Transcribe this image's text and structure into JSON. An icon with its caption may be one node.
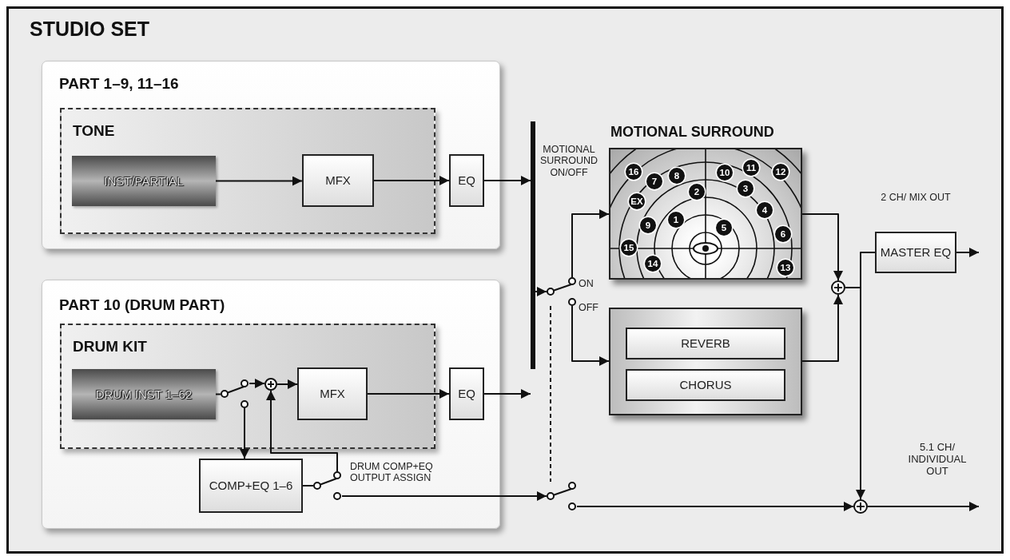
{
  "diagram": {
    "title": "STUDIO SET",
    "nodes": [
      {
        "text": [],
        "shape": "box"
      },
      {
        "text": [
          "PART 1–9, 11–16"
        ],
        "in": 0
      },
      {
        "text": [
          "TONE"
        ],
        "in": 1
      },
      {
        "text": [
          "INST/PARTIAL"
        ],
        "in": 2
      },
      {
        "text": [
          "MFX"
        ],
        "in": 2
      },
      {
        "text": [
          "EQ"
        ],
        "in": 1
      },
      {
        "text": [
          "PART 10 (DRUM PART)"
        ],
        "in": 0
      },
      {
        "text": [
          "DRUM KIT"
        ],
        "in": 6
      },
      {
        "text": [
          "DRUM INST 1–62"
        ],
        "in": 7
      },
      {
        "text": [],
        "shape": "switch",
        "in": 7
      },
      {
        "text": [],
        "shape": "circle",
        "in": 7
      },
      {
        "text": [
          "MFX"
        ],
        "in": 7
      },
      {
        "text": [
          "EQ"
        ],
        "in": 6
      },
      {
        "text": [
          "COMP+EQ 1–6"
        ],
        "in": 6
      },
      {
        "text": [],
        "shape": "switch",
        "in": 6,
        "beside": [
          "DRUM COMP+EQ OUTPUT ASSIGN"
        ]
      },
      {
        "text": [],
        "shape": "bar",
        "in": 0
      },
      {
        "text": [],
        "shape": "switch",
        "in": 0,
        "beside": [
          "ON",
          "OFF"
        ]
      },
      {
        "text": [
          "MOTIONAL SURROUND"
        ],
        "in": 0
      },
      {
        "text": [],
        "shape": "box",
        "in": 0
      },
      {
        "text": [
          "REVERB"
        ]
      },
      {
        "text": [
          "CHORUS"
        ],
        "in": 18
      },
      {
        "text": [],
        "shape": "circle",
        "in": 0
      },
      {
        "text": [
          "MASTER EQ"
        ],
        "in": 0,
        "beside": [
          "2 CH/ MIX OUT"
        ]
      },
      {
        "text": [],
        "shape": "switch",
        "in": 0
      },
      {
        "text": [],
        "shape": "circle",
        "in": 0
      }
    ],
    "edges": [
      {
        "from": 3,
        "to": 4,
        "arrow": "to"
      },
      {
        "from": 4,
        "to": 5,
        "arrow": "to"
      },
      {
        "from": 5,
        "to": 15,
        "arrow": "to"
      },
      {
        "from": 8,
        "to": 9,
        "arrow": "none"
      },
      {
        "from": 9,
        "to": 10,
        "arrow": "to"
      },
      {
        "from": 9,
        "to": 13,
        "arrow": "to"
      },
      {
        "from": 10,
        "to": 11,
        "arrow": "to"
      },
      {
        "from": 11,
        "to": 12,
        "arrow": "to"
      },
      {
        "from": 12,
        "to": 15,
        "arrow": "to"
      },
      {
        "from": 13,
        "to": 14,
        "arrow": "none"
      },
      {
        "from": 14,
        "to": 10,
        "arrow": "to"
      },
      {
        "from": 14,
        "to": 23,
        "arrow": "to"
      },
      {
        "from": 15,
        "to": 16,
        "arrow": "to"
      },
      {
        "from": 16,
        "to": 17,
        "arrow": "to"
      },
      {
        "from": 16,
        "to": 18,
        "arrow": "to"
      },
      {
        "from": 16,
        "to": 23,
        "arrow": "none",
        "style": "dashed"
      },
      {
        "from": 17,
        "to": 21,
        "arrow": "to"
      },
      {
        "from": 18,
        "to": 21,
        "arrow": "to"
      },
      {
        "from": 21,
        "to": 22,
        "arrow": "none"
      },
      {
        "from": 21,
        "to": 24,
        "arrow": "to"
      },
      {
        "from": 23,
        "to": 24,
        "arrow": "to"
      },
      {
        "from": 22,
        "to": null,
        "arrow": "to"
      },
      {
        "from": 24,
        "to": null,
        "arrow": "to",
        "label": "5.1 CH/ INDIVIDUAL OUT"
      }
    ],
    "labels": [
      "MOTIONAL SURROUND ON/OFF",
      "16",
      "7",
      "8",
      "10",
      "11",
      "12",
      "EX",
      "2",
      "3",
      "4",
      "9",
      "1",
      "5",
      "6",
      "15",
      "14",
      "13"
    ]
  }
}
